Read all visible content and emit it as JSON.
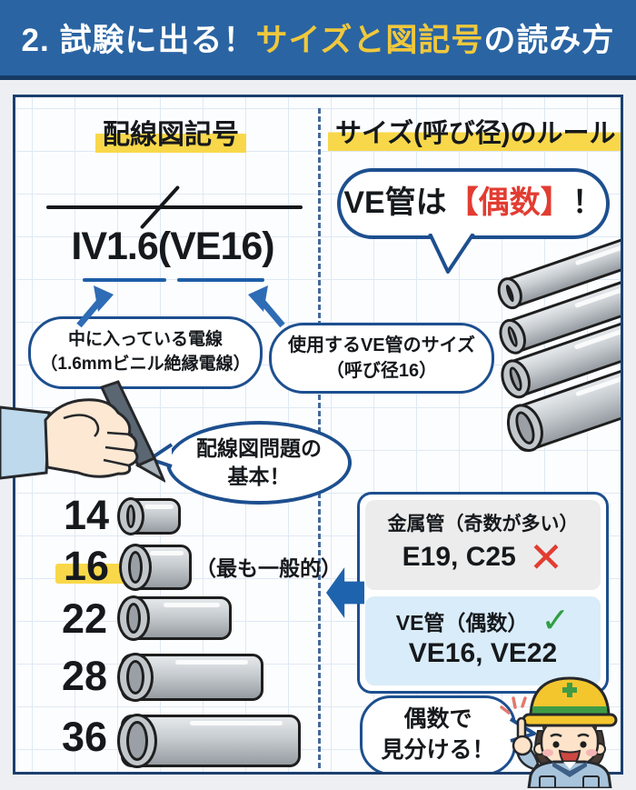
{
  "header": {
    "prefix": "2. 試験に出る！",
    "emphasis": "サイズと図記号",
    "suffix": "の読み方"
  },
  "left": {
    "section_title": "配線図記号",
    "code": "IV1.6(VE16)",
    "callout_wire": {
      "line1": "中に入っている電線",
      "line2": "（1.6mmビニル絶縁電線）"
    },
    "callout_size": {
      "line1": "使用するVE管のサイズ",
      "line2": "（呼び径16）"
    },
    "basics": {
      "line1": "配線図問題の",
      "line2": "基本！"
    },
    "sizes": [
      {
        "label": "14",
        "note": ""
      },
      {
        "label": "16",
        "note": "（最も一般的）"
      },
      {
        "label": "22",
        "note": ""
      },
      {
        "label": "28",
        "note": ""
      },
      {
        "label": "36",
        "note": ""
      }
    ]
  },
  "right": {
    "section_title": "サイズ(呼び径)のルール",
    "rule": {
      "prefix": "VE管は",
      "emphasis": "【偶数】",
      "suffix": "！"
    },
    "comparison": {
      "metal": {
        "title": "金属管（奇数が多い）",
        "examples": "E19, C25",
        "mark": "✕"
      },
      "ve": {
        "title": "VE管（偶数）",
        "examples": "VE16, VE22",
        "mark": "✓"
      }
    },
    "tip": {
      "line1": "偶数で",
      "line2": "見分ける！"
    }
  },
  "colors": {
    "header_bg": "#2a64a3",
    "accent_navy": "#1d4f8f",
    "highlight_yellow": "#f8d84a",
    "alert_red": "#e23c32",
    "ok_green": "#2f9e44",
    "arrow_blue": "#1e63ad"
  }
}
